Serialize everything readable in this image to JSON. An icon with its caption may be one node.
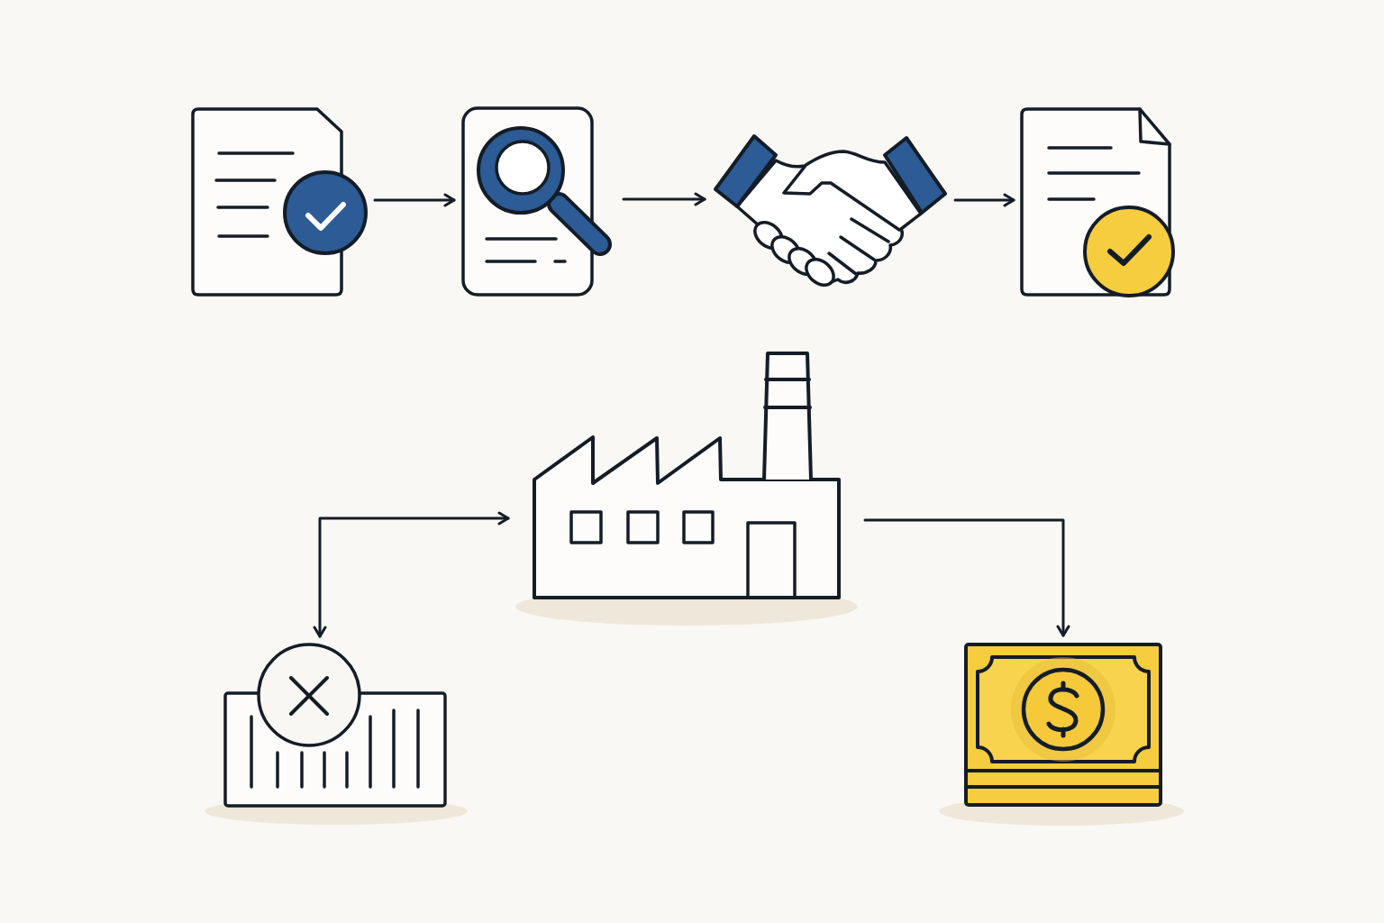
{
  "diagram": {
    "nodes": [
      {
        "text": [],
        "shape": "picture"
      },
      {
        "text": [],
        "shape": "picture"
      },
      {
        "text": [],
        "shape": "picture"
      },
      {
        "text": [],
        "shape": "picture"
      },
      {
        "text": [],
        "shape": "picture"
      },
      {
        "text": [],
        "shape": "picture"
      },
      {
        "text": [],
        "shape": "picture"
      }
    ],
    "edges": [
      {
        "from": 0,
        "to": 1,
        "arrow": "to"
      },
      {
        "from": 1,
        "to": 2,
        "arrow": "to"
      },
      {
        "from": 2,
        "to": 3,
        "arrow": "to"
      },
      {
        "from": 5,
        "to": 4,
        "arrow": "both"
      },
      {
        "from": 4,
        "to": 6,
        "arrow": "to"
      }
    ]
  }
}
